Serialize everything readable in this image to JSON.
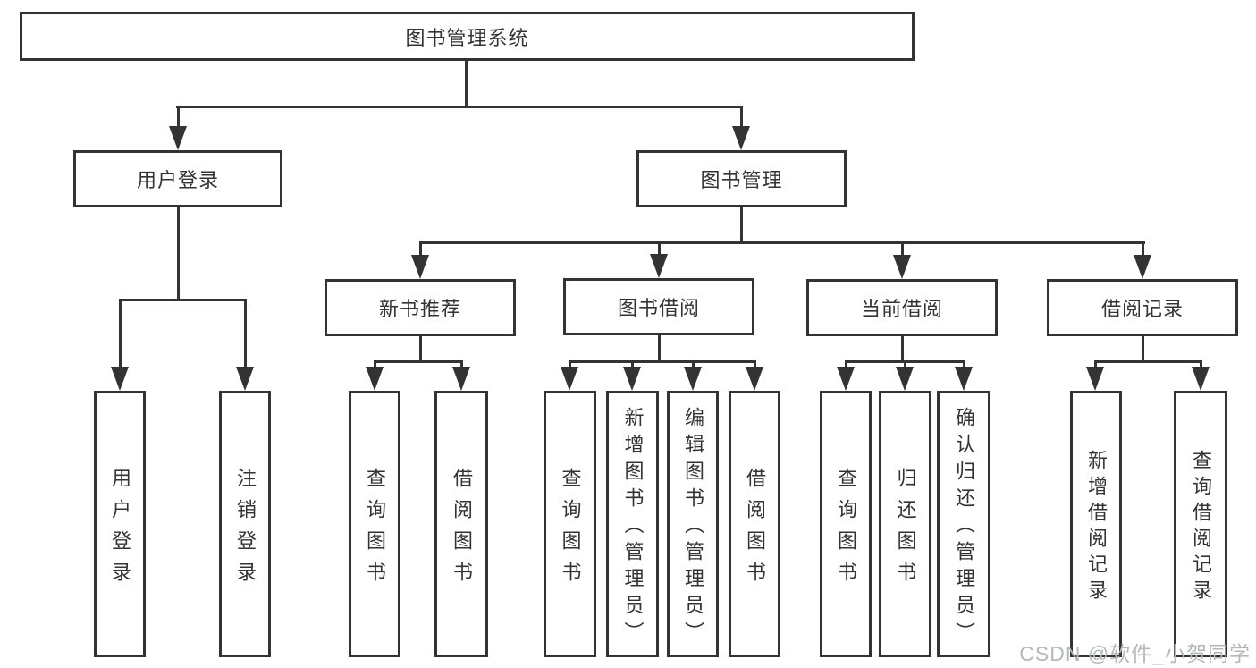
{
  "diagram": {
    "type": "hierarchy-flowchart",
    "root": {
      "label": "图书管理系统"
    },
    "level2": {
      "user_login": {
        "label": "用户登录"
      },
      "book_mgmt": {
        "label": "图书管理"
      }
    },
    "level3": {
      "new_book": {
        "label": "新书推荐"
      },
      "borrow": {
        "label": "图书借阅"
      },
      "current": {
        "label": "当前借阅"
      },
      "records": {
        "label": "借阅记录"
      }
    },
    "leaves": {
      "login": {
        "label": "用户登录",
        "parent": "用户登录"
      },
      "logout": {
        "label": "注销登录",
        "parent": "用户登录"
      },
      "nb_query": {
        "label": "查询图书",
        "parent": "新书推荐"
      },
      "nb_borrow": {
        "label": "借阅图书",
        "parent": "新书推荐"
      },
      "bb_query": {
        "label": "查询图书",
        "parent": "图书借阅"
      },
      "bb_add": {
        "label": "新增图书（管理员）",
        "parent": "图书借阅"
      },
      "bb_edit": {
        "label": "编辑图书（管理员）",
        "parent": "图书借阅"
      },
      "bb_borrow": {
        "label": "借阅图书",
        "parent": "图书借阅"
      },
      "cb_query": {
        "label": "查询图书",
        "parent": "当前借阅"
      },
      "cb_return": {
        "label": "归还图书",
        "parent": "当前借阅"
      },
      "cb_confirm": {
        "label": "确认归还（管理员）",
        "parent": "当前借阅"
      },
      "br_add": {
        "label": "新增借阅记录",
        "parent": "借阅记录"
      },
      "br_query": {
        "label": "查询借阅记录",
        "parent": "借阅记录"
      }
    }
  },
  "watermark": {
    "text": "CSDN @软件_小贺同学"
  },
  "colors": {
    "line": "#333333",
    "text": "#333333",
    "background": "#ffffff",
    "watermark": "#b4b7bc"
  }
}
